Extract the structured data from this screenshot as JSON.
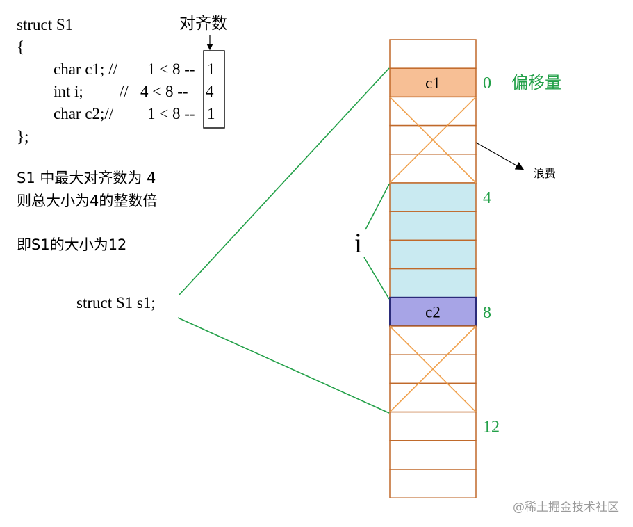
{
  "code": {
    "struct_header": "struct S1",
    "open_brace": "{",
    "lines": [
      {
        "text": "char c1; //",
        "cmp": "1 < 8 --",
        "align": "1"
      },
      {
        "text": "int i;",
        "cmp": "//   4 < 8 --",
        "align": "4"
      },
      {
        "text": "char c2;//",
        "cmp": "1 < 8 --",
        "align": "1"
      }
    ],
    "close_brace": "};",
    "align_title": "对齐数"
  },
  "notes": {
    "line1": "S1 中最大对齐数为 4",
    "line2": "则总大小为4的整数倍",
    "line3": "即S1的大小为12"
  },
  "decl": "struct S1 s1;",
  "memory": {
    "cells": [
      {
        "label": "",
        "kind": "empty"
      },
      {
        "label": "c1",
        "kind": "c1"
      },
      {
        "label": "",
        "kind": "waste"
      },
      {
        "label": "",
        "kind": "waste"
      },
      {
        "label": "",
        "kind": "waste"
      },
      {
        "label": "",
        "kind": "int"
      },
      {
        "label": "",
        "kind": "int"
      },
      {
        "label": "",
        "kind": "int"
      },
      {
        "label": "",
        "kind": "int"
      },
      {
        "label": "c2",
        "kind": "c2"
      },
      {
        "label": "",
        "kind": "waste"
      },
      {
        "label": "",
        "kind": "waste"
      },
      {
        "label": "",
        "kind": "waste"
      },
      {
        "label": "",
        "kind": "empty"
      },
      {
        "label": "",
        "kind": "empty"
      },
      {
        "label": "",
        "kind": "empty"
      }
    ],
    "offsets": [
      {
        "label": "0",
        "cell": 1
      },
      {
        "label": "4",
        "cell": 5
      },
      {
        "label": "8",
        "cell": 9
      },
      {
        "label": "12",
        "cell": 13
      }
    ],
    "offset_title": "偏移量",
    "waste_label": "浪费",
    "int_label": "i"
  },
  "colors": {
    "border": "#c0692a",
    "c1_fill": "#f7bf95",
    "int_fill": "#c9eaf1",
    "c2_fill": "#a7a4e6",
    "c2_border": "#2b2b7a",
    "waste_cross": "#f0a04b",
    "green": "#22a048",
    "text": "#000000"
  },
  "watermark": "@稀土掘金技术社区"
}
